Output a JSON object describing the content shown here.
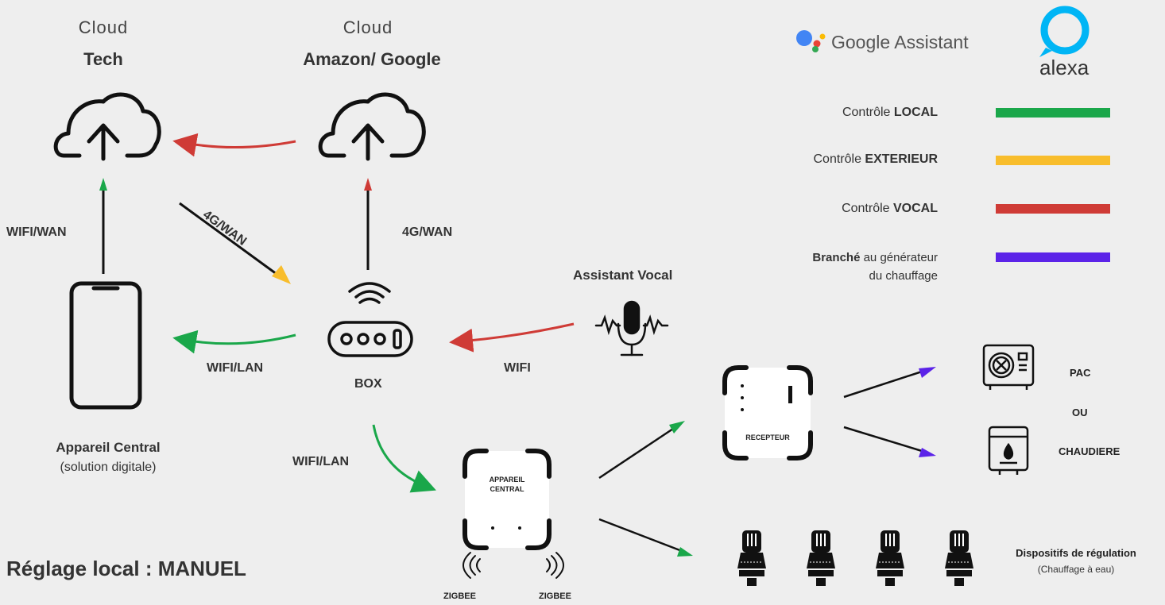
{
  "clouds": {
    "tech": {
      "line1": "Cloud",
      "line2": "Tech"
    },
    "amazon_google": {
      "line1": "Cloud",
      "line2": "Amazon/ Google"
    }
  },
  "links": {
    "wifi_wan": "WIFI/WAN",
    "g4_wan_diag": "4G/WAN",
    "g4_wan": "4G/WAN",
    "wifi_lan_phone": "WIFI/LAN",
    "wifi_voice": "WIFI",
    "wifi_lan_central": "WIFI/LAN"
  },
  "devices": {
    "box": "BOX",
    "assistant_vocal": "Assistant Vocal",
    "phone_title": "Appareil Central",
    "phone_sub": "(solution digitale)",
    "central_line1": "APPAREIL",
    "central_line2": "CENTRAL",
    "recepteur": "RECEPTEUR",
    "zigbee_left": "ZIGBEE",
    "zigbee_right": "ZIGBEE",
    "pac": "PAC",
    "ou": "OU",
    "chaudiere": "CHAUDIERE",
    "dispositifs_title": "Dispositifs de régulation",
    "dispositifs_sub": "(Chauffage à eau)"
  },
  "brands": {
    "google": "Google Assistant",
    "alexa": "alexa"
  },
  "legend": [
    {
      "prefix": "Contrôle ",
      "bold": "LOCAL",
      "suffix": "",
      "color": "#1aa74a"
    },
    {
      "prefix": "Contrôle ",
      "bold": "EXTERIEUR",
      "suffix": "",
      "color": "#f8bd2c"
    },
    {
      "prefix": "Contrôle ",
      "bold": "VOCAL",
      "suffix": "",
      "color": "#cf3b36"
    },
    {
      "prefix": "",
      "bold": "Branché",
      "suffix": " au générateur",
      "line2": "du chauffage",
      "color": "#5b23e8"
    }
  ],
  "footer": "Réglage local : MANUEL",
  "colors": {
    "green": "#1aa74a",
    "yellow": "#f8bd2c",
    "red": "#cf3b36",
    "purple": "#5b23e8",
    "google_blue": "#4285f4",
    "google_red": "#ea4335",
    "google_yellow": "#fbbc04",
    "google_green": "#34a853",
    "alexa_blue": "#00b5f5"
  }
}
